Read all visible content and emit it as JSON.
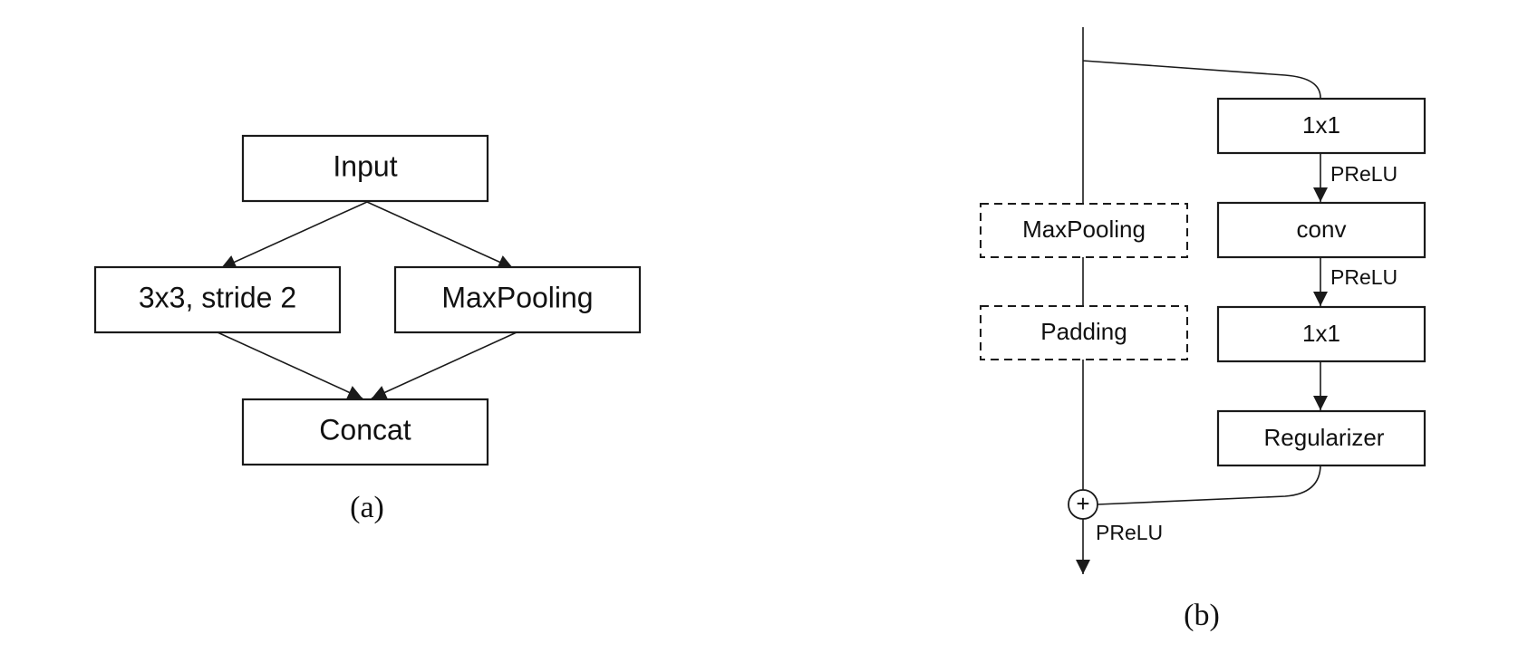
{
  "diagram_a": {
    "nodes": {
      "input": "Input",
      "conv": "3x3, stride 2",
      "maxpool": "MaxPooling",
      "concat": "Concat"
    },
    "caption": "(a)"
  },
  "diagram_b": {
    "main_branch": {
      "maxpool": "MaxPooling",
      "padding": "Padding"
    },
    "ext_branch": {
      "conv1": "1x1",
      "conv": "conv",
      "conv2": "1x1",
      "regularizer": "Regularizer"
    },
    "activations": {
      "act1": "PReLU",
      "act2": "PReLU",
      "act_out": "PReLU"
    },
    "add_symbol": "+",
    "caption": "(b)"
  }
}
